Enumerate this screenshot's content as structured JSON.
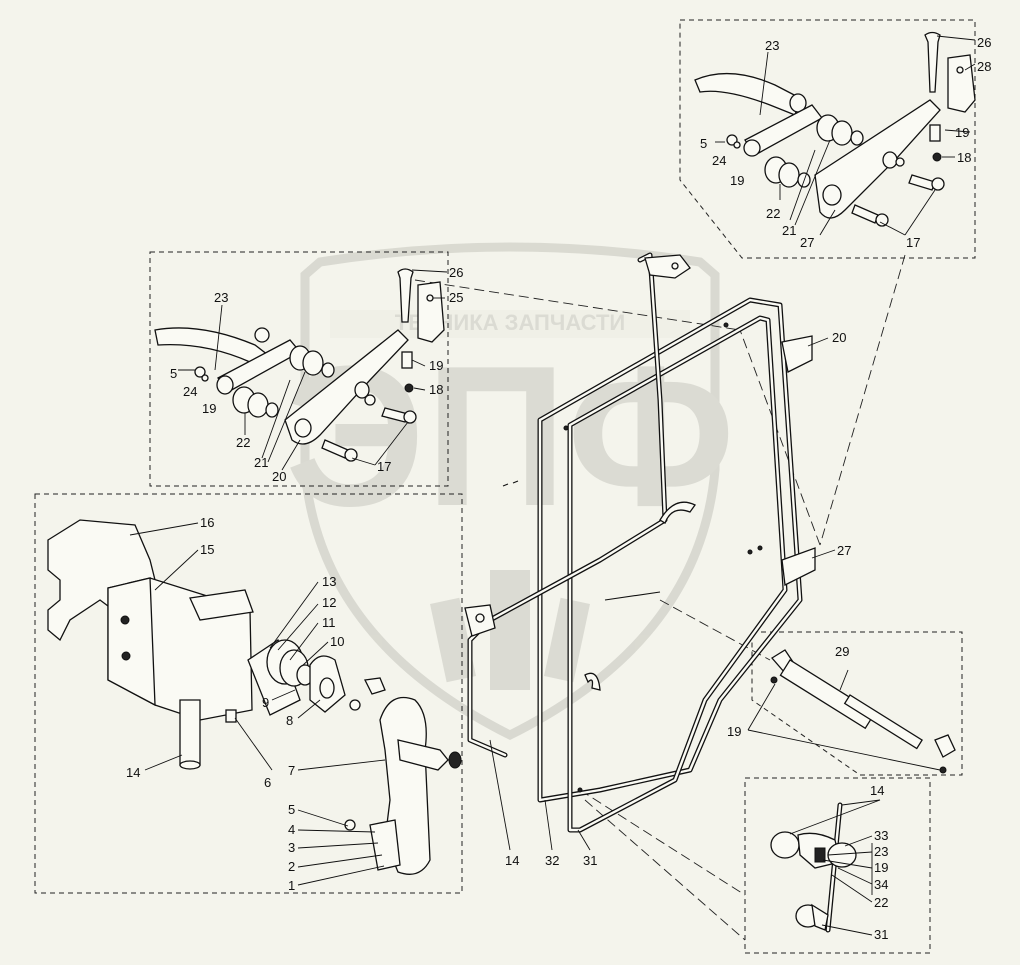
{
  "watermark": {
    "brand_text": "ТЕХНИКА  ЗАПЧАСТИ",
    "logo_letters": "ЭПФ"
  },
  "callouts": {
    "detail_top": [
      "23",
      "26",
      "28",
      "5",
      "24",
      "19",
      "19",
      "18",
      "22",
      "21",
      "27",
      "17"
    ],
    "detail_mid": [
      "23",
      "26",
      "25",
      "5",
      "24",
      "19",
      "19",
      "18",
      "22",
      "21",
      "20",
      "17"
    ],
    "door": [
      "20",
      "27",
      "14",
      "32",
      "31"
    ],
    "lock": [
      "16",
      "15",
      "13",
      "12",
      "11",
      "10",
      "9",
      "8",
      "14",
      "6",
      "7",
      "5",
      "4",
      "3",
      "2",
      "1"
    ],
    "strut": [
      "29",
      "19"
    ],
    "clamp": [
      "14",
      "33",
      "23",
      "19",
      "34",
      "22",
      "31"
    ]
  }
}
